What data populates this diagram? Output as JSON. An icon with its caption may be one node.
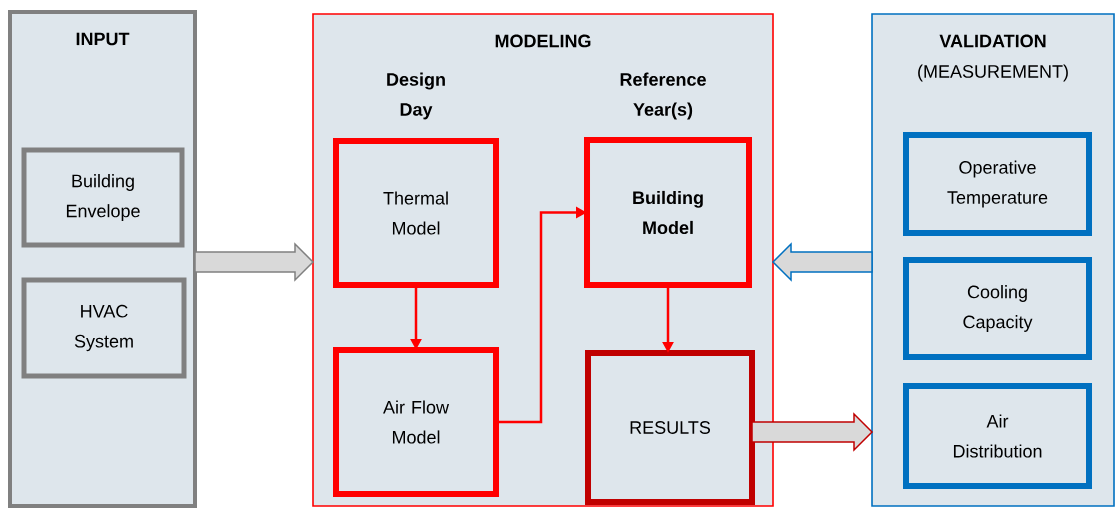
{
  "diagram": {
    "nodes": [
      {
        "text": [
          "INPUT"
        ]
      },
      {
        "text": [
          "Building Envelope"
        ],
        "in": 0
      },
      {
        "text": [
          "HVAC System"
        ],
        "in": 0
      },
      {
        "text": [
          "MODELING"
        ]
      },
      {
        "text": [
          "Thermal Model"
        ],
        "in": 3
      },
      {
        "text": [
          "Air Flow Model"
        ],
        "in": 3
      },
      {
        "text": [
          "Building Model"
        ],
        "in": 3
      },
      {
        "text": [
          "RESULTS"
        ],
        "in": 3
      },
      {
        "text": [
          "VALIDATION",
          "(MEASUREMENT)"
        ]
      },
      {
        "text": [
          "Operative Temperature"
        ],
        "in": 8
      },
      {
        "text": [
          "Cooling Capacity"
        ],
        "in": 8
      },
      {
        "text": [
          "Air Distribution"
        ],
        "in": 8
      }
    ],
    "edges": [
      {
        "from": 0,
        "to": 3,
        "arrow": "to",
        "style": "thick",
        "color": "#808080"
      },
      {
        "from": 4,
        "to": 5,
        "arrow": "to"
      },
      {
        "from": 5,
        "to": 6,
        "arrow": "to"
      },
      {
        "from": 6,
        "to": 7,
        "arrow": "to"
      },
      {
        "from": 8,
        "to": 3,
        "arrow": "to",
        "style": "thick",
        "color": "#0070c0"
      },
      {
        "from": 7,
        "to": 8,
        "arrow": "to",
        "style": "thick",
        "color": "#c00000"
      }
    ],
    "labels": [
      "Design Day",
      "Reference Year(s)"
    ]
  }
}
